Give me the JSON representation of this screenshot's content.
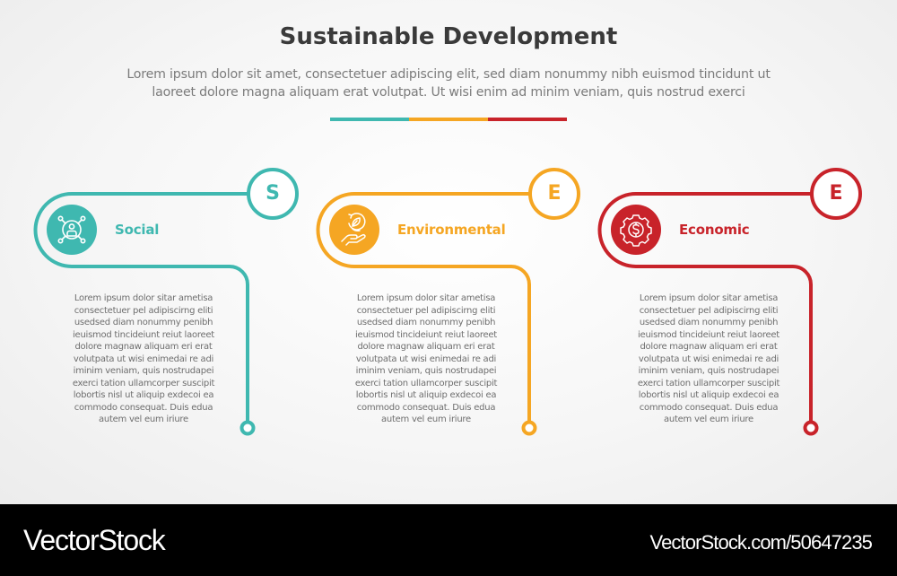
{
  "header": {
    "title": "Sustainable Development",
    "subtitle_line1": "Lorem ipsum dolor sit amet, consectetuer adipiscing elit, sed diam nonummy nibh euismod tincidunt ut",
    "subtitle_line2": "laoreet dolore magna aliquam erat volutpat. Ut wisi enim ad minim veniam, quis nostrud exerci"
  },
  "divider": {
    "segments": [
      {
        "color": "#3fb8b0"
      },
      {
        "color": "#f5a623"
      },
      {
        "color": "#c8232a"
      }
    ]
  },
  "cards": [
    {
      "letter": "S",
      "label": "Social",
      "icon": "network-person-icon",
      "color": "#3fb8b0",
      "body": [
        "Lorem ipsum dolor sitar ametisa",
        "consectetuer pel adipiscirng eliti",
        "usedsed diam nonummy penibh",
        "ieuismod tincideiunt reiut laoreet",
        "dolore magnaw aliquam eri erat",
        "volutpata ut wisi enimedai re adi",
        "iminim veniam, quis nostrudapei",
        "exerci tation ullamcorper suscipit",
        "lobortis nisl ut aliquip exdecoi ea",
        "commodo consequat. Duis edua",
        "autem vel eum iriure"
      ]
    },
    {
      "letter": "E",
      "label": "Environmental",
      "icon": "hand-leaf-recycle-icon",
      "color": "#f5a623",
      "body": [
        "Lorem ipsum dolor sitar ametisa",
        "consectetuer pel adipiscirng eliti",
        "usedsed diam nonummy penibh",
        "ieuismod tincideiunt reiut laoreet",
        "dolore magnaw aliquam eri erat",
        "volutpata ut wisi enimedai re adi",
        "iminim veniam, quis nostrudapei",
        "exerci tation ullamcorper suscipit",
        "lobortis nisl ut aliquip exdecoi ea",
        "commodo consequat. Duis edua",
        "autem vel eum iriure"
      ]
    },
    {
      "letter": "E",
      "label": "Economic",
      "icon": "gear-dollar-icon",
      "color": "#c8232a",
      "body": [
        "Lorem ipsum dolor sitar ametisa",
        "consectetuer pel adipiscirng eliti",
        "usedsed diam nonummy penibh",
        "ieuismod tincideiunt reiut laoreet",
        "dolore magnaw aliquam eri erat",
        "volutpata ut wisi enimedai re adi",
        "iminim veniam, quis nostrudapei",
        "exerci tation ullamcorper suscipit",
        "lobortis nisl ut aliquip exdecoi ea",
        "commodo consequat. Duis edua",
        "autem vel eum iriure"
      ]
    }
  ],
  "footer": {
    "brand": "VectorStock",
    "url": "VectorStock.com/50647235"
  }
}
